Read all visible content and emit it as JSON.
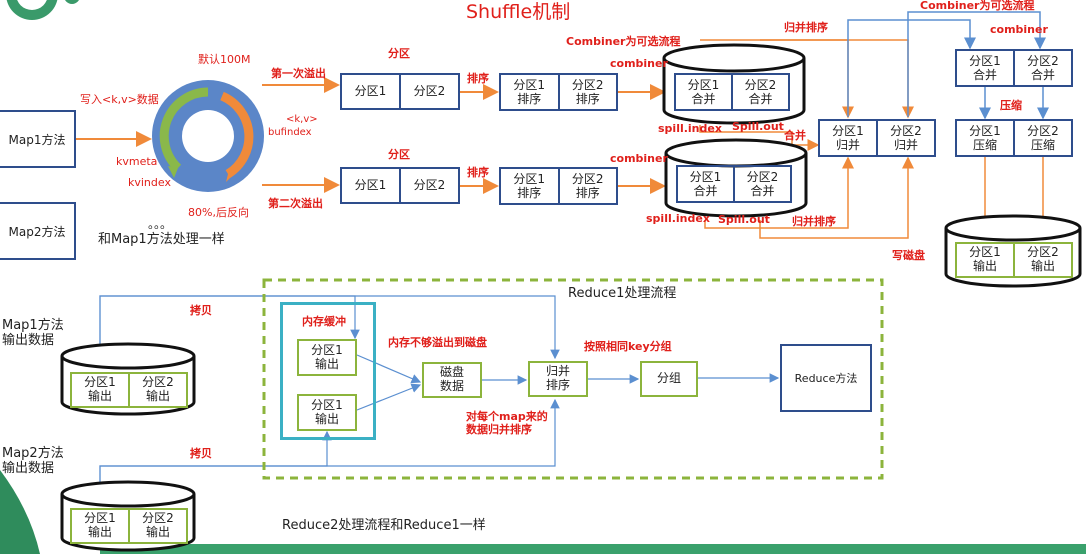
{
  "title": "Shuffle机制",
  "map_side": {
    "map1_label": "Map1方法",
    "map2_label": "Map2方法",
    "map2_note": "和Map1方法处理一样",
    "ellipsis": "。。。",
    "write_label": "写入<k,v>数据",
    "ring": {
      "default_size": "默认100M",
      "kvmeta": "kvmeta",
      "kvindex": "kvindex",
      "kv": "<k,v>",
      "bufindex": "bufindex",
      "reverse": "80%,后反向"
    },
    "spill1": "第一次溢出",
    "spill2": "第二次溢出",
    "partition_label": "分区",
    "sort_label": "排序",
    "combiner_optional": "Combiner为可选流程",
    "combiner": "combiner",
    "merge": "合并",
    "merge_sort": "归并排序",
    "compress": "压缩",
    "write_disk": "写磁盘",
    "spill_index": "spill.index",
    "spill_out": "Spill.out",
    "partitions": {
      "p1": "分区1",
      "p2": "分区2",
      "p1_sort": "分区1\n排序",
      "p2_sort": "分区2\n排序",
      "p1_merge": "分区1\n合并",
      "p2_merge": "分区2\n合并",
      "p1_guibing": "分区1\n归并",
      "p2_guibing": "分区2\n归并",
      "p1_compress": "分区1\n压缩",
      "p2_compress": "分区2\n压缩",
      "p1_output": "分区1\n输出",
      "p2_output": "分区2\n输出"
    }
  },
  "reduce_side": {
    "reduce1_title": "Reduce1处理流程",
    "reduce2_note": "Reduce2处理流程和Reduce1一样",
    "map1_output": "Map1方法\n输出数据",
    "map2_output": "Map2方法\n输出数据",
    "copy": "拷贝",
    "memory_buffer": "内存缓冲",
    "overflow_to_disk": "内存不够溢出到磁盘",
    "disk_data": "磁盘\n数据",
    "merge_sort": "归并\n排序",
    "merge_note": "对每个map来的\n数据归并排序",
    "group_by_key": "按照相同key分组",
    "group": "分组",
    "reduce_method": "Reduce方法",
    "p1_output": "分区1\n输出",
    "p2_output": "分区2\n输出"
  },
  "colors": {
    "red_text": "#e0201b",
    "blue_border": "#2e4d8c",
    "green_border": "#8cb43c",
    "teal_border": "#3bb0c4",
    "orange_arrow": "#f08a3a",
    "blue_arrow": "#5b8fd0",
    "ring": "#5b86c8"
  }
}
